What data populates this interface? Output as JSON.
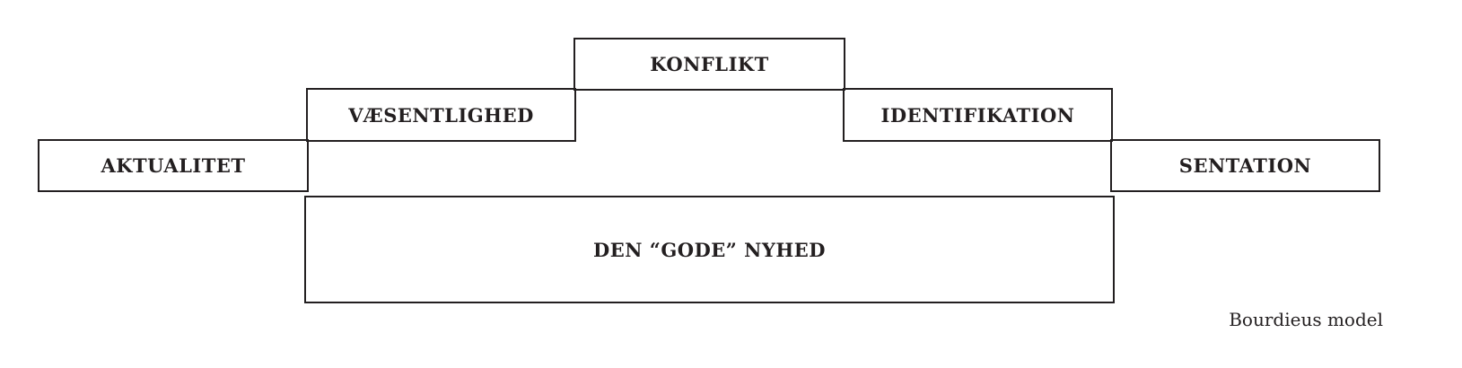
{
  "diagram": {
    "boxes": {
      "aktualitet": "AKTUALITET",
      "vaesentlighed": "VÆSENTLIGHED",
      "konflikt": "KONFLIKT",
      "identifikation": "IDENTIFIKATION",
      "sentation": "SENTATION",
      "gode_nyhed": "DEN “GODE” NYHED"
    },
    "caption": "Bourdieus model"
  }
}
